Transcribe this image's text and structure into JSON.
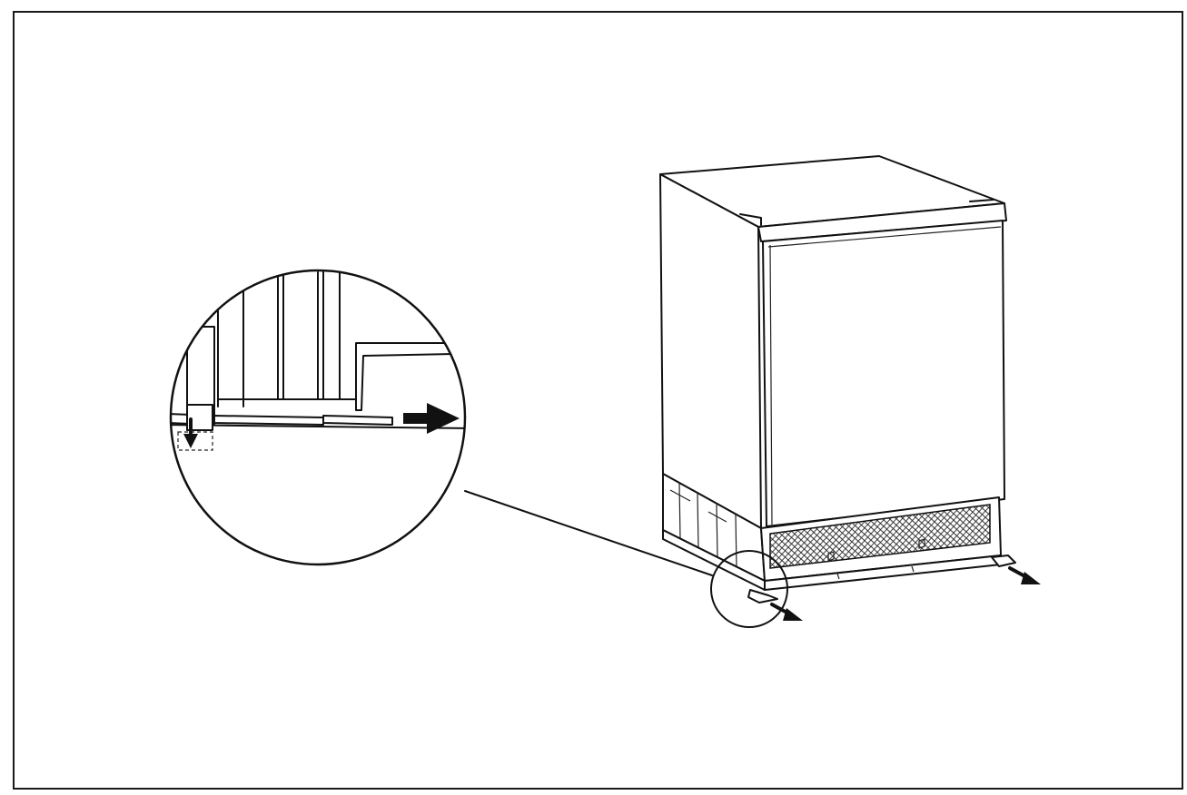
{
  "figure": {
    "description_text": "",
    "colors": {
      "ink": "#111111",
      "paper": "#ffffff",
      "frame": "#1a1a1a"
    },
    "parts": {
      "appliance": "undercounter-refrigerator",
      "detail": "magnified-foot-detail",
      "arrows": [
        "pull-out-arrow",
        "pull-out-arrow",
        "pull-out-arrow",
        "down-arrow"
      ]
    }
  }
}
